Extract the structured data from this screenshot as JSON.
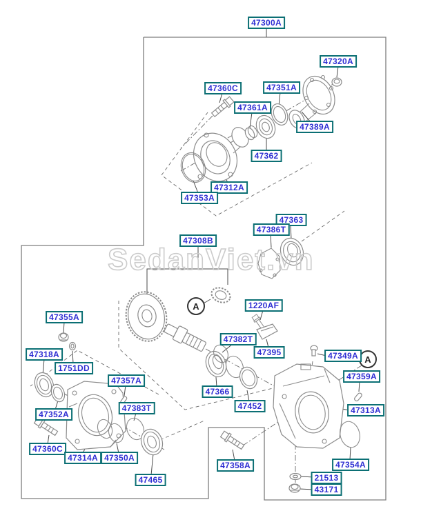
{
  "diagram": {
    "watermark": "SedanViet.vn",
    "assembly_marker": "A",
    "labels": [
      {
        "text": "47300A"
      },
      {
        "text": "47320A"
      },
      {
        "text": "47360C"
      },
      {
        "text": "47351A"
      },
      {
        "text": "47361A"
      },
      {
        "text": "47389A"
      },
      {
        "text": "47362"
      },
      {
        "text": "47312A"
      },
      {
        "text": "47353A"
      },
      {
        "text": "47363"
      },
      {
        "text": "47386T"
      },
      {
        "text": "47308B"
      },
      {
        "text": "1220AF"
      },
      {
        "text": "47355A"
      },
      {
        "text": "47382T"
      },
      {
        "text": "47395"
      },
      {
        "text": "47318A"
      },
      {
        "text": "47349A"
      },
      {
        "text": "1751DD"
      },
      {
        "text": "47359A"
      },
      {
        "text": "47357A"
      },
      {
        "text": "47366"
      },
      {
        "text": "47383T"
      },
      {
        "text": "47352A"
      },
      {
        "text": "47452"
      },
      {
        "text": "47313A"
      },
      {
        "text": "47360C"
      },
      {
        "text": "47314A"
      },
      {
        "text": "47350A"
      },
      {
        "text": "47465"
      },
      {
        "text": "47358A"
      },
      {
        "text": "47354A"
      },
      {
        "text": "21513"
      },
      {
        "text": "43171"
      }
    ]
  },
  "colors": {
    "label_border": "#0b6f74",
    "label_text": "#2f2fd3",
    "line": "#4a4a4a",
    "part_line": "#8b8b8b",
    "watermark": "#cbcbcb",
    "background": "#ffffff"
  }
}
